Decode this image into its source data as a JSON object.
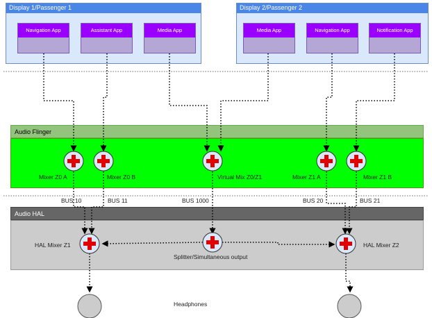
{
  "displays": [
    {
      "title": "Display 1/Passenger 1",
      "apps": [
        "Navigation App",
        "Assistant App",
        "Media App"
      ]
    },
    {
      "title": "Display 2/Passenger 2",
      "apps": [
        "Media App",
        "Navigation App",
        "Notification App"
      ]
    }
  ],
  "audio_flinger": {
    "title": "Audio Flinger",
    "mixers": [
      "Mixer Z0 A",
      "Mixer Z0 B",
      "Virtual Mix Z0/Z1",
      "Mixer Z1 A",
      "Mixer Z1 B"
    ]
  },
  "buses": [
    "BUS 10",
    "BUS 11",
    "BUS 1000",
    "BUS 20",
    "BUS 21"
  ],
  "audio_hal": {
    "title": "Audio HAL",
    "mixers": [
      "HAL Mixer Z1",
      "Splitter/Simultaneous output",
      "HAL Mixer Z2"
    ]
  },
  "outputs": {
    "headphones": "Headphones"
  },
  "colors": {
    "display_bg": "#dae8fc",
    "display_title": "#4a86e8",
    "app_header": "#9900ff",
    "app_body": "#b4a7d6",
    "flinger_title": "#93c47d",
    "flinger_body": "#00ff00",
    "hal_title": "#666666",
    "hal_body": "#cccccc",
    "mixer_cross": "#e00000"
  }
}
